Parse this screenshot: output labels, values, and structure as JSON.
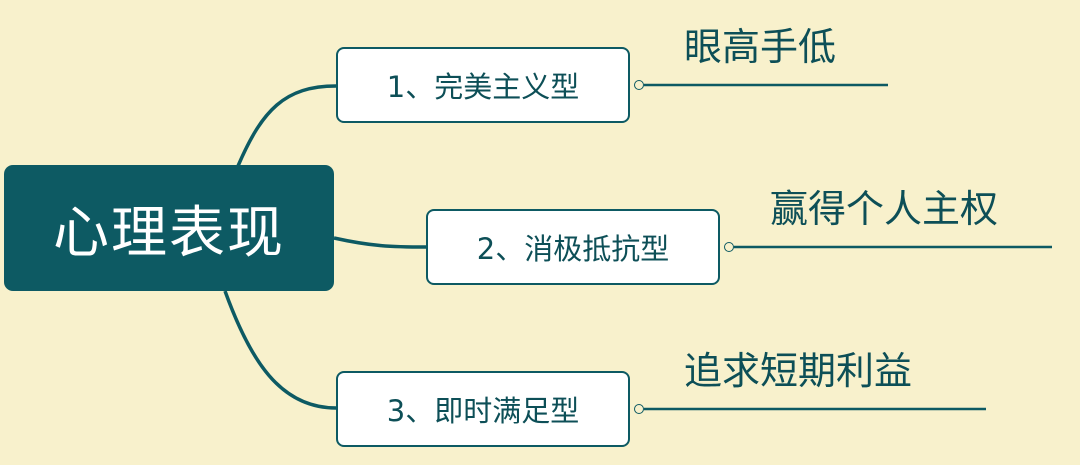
{
  "root": {
    "label": "心理表现"
  },
  "branches": [
    {
      "label": "1、完美主义型",
      "leaf": "眼高手低"
    },
    {
      "label": "2、消极抵抗型",
      "leaf": "赢得个人主权"
    },
    {
      "label": "3、即时满足型",
      "leaf": "追求短期利益"
    }
  ],
  "colors": {
    "background": "#f8f1cc",
    "root_fill": "#0d5a63",
    "line": "#0d5a63",
    "text": "#0d4f57"
  }
}
